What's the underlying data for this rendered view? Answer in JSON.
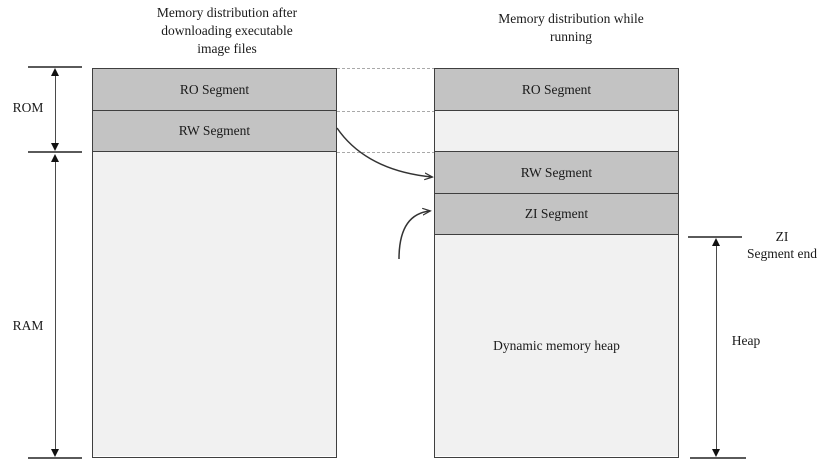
{
  "diagram": {
    "title_left": "Memory distribution after\ndownloading executable\nimage files",
    "title_right": "Memory distribution while\nrunning",
    "left_column": {
      "segments": [
        {
          "label": "RO Segment",
          "fill": "#c3c3c3"
        },
        {
          "label": "RW Segment",
          "fill": "#c3c3c3"
        },
        {
          "label": "",
          "fill": "#f1f1f1"
        }
      ]
    },
    "right_column": {
      "segments": [
        {
          "label": "RO Segment",
          "fill": "#c3c3c3"
        },
        {
          "label": "",
          "fill": "#f1f1f1"
        },
        {
          "label": "RW Segment",
          "fill": "#c3c3c3"
        },
        {
          "label": "ZI Segment",
          "fill": "#c3c3c3"
        },
        {
          "label": "Dynamic memory heap",
          "fill": "#f1f1f1"
        }
      ]
    },
    "measures": {
      "rom": "ROM",
      "ram": "RAM",
      "zi_segment_end": "ZI\nSegment end",
      "heap": "Heap"
    },
    "colors": {
      "segment_fill": "#c3c3c3",
      "empty_fill": "#f1f1f1",
      "border": "#3f3f3f",
      "guide_line": "#a9a9a9",
      "background": "#ffffff"
    }
  }
}
